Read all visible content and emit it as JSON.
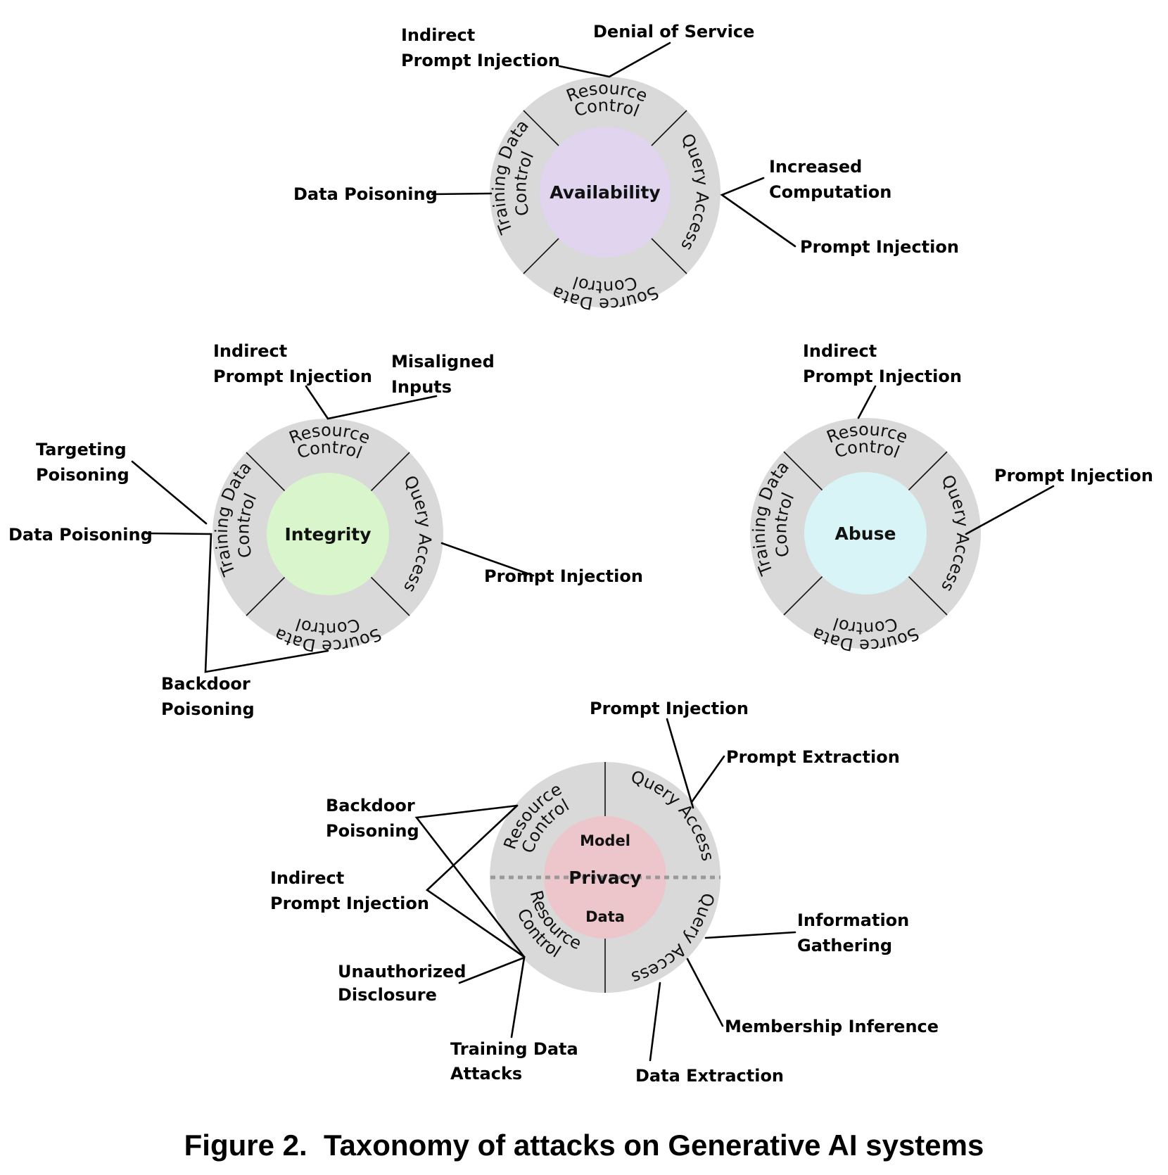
{
  "caption": "Figure 2.  Taxonomy of attacks on Generative AI systems",
  "colors": {
    "ring": "#d9d9d9",
    "availability": "#e0d4ef",
    "integrity": "#d8f5cc",
    "abuse": "#d8f4f6",
    "privacy": "#ecc6cb"
  },
  "segments": {
    "resource_control": [
      "Resource",
      "Control"
    ],
    "query_access": "Query Access",
    "source_data_control": [
      "Source Data",
      "Control"
    ],
    "training_data_control": [
      "Training Data",
      "Control"
    ]
  },
  "availability": {
    "center": "Availability",
    "attacks": {
      "indirect_prompt_injection": [
        "Indirect",
        "Prompt Injection"
      ],
      "denial_of_service": "Denial of Service",
      "data_poisoning": "Data Poisoning",
      "increased_computation": [
        "Increased",
        "Computation"
      ],
      "prompt_injection": "Prompt Injection"
    }
  },
  "integrity": {
    "center": "Integrity",
    "attacks": {
      "indirect_prompt_injection": [
        "Indirect",
        "Prompt Injection"
      ],
      "misaligned_inputs": [
        "Misaligned",
        "Inputs"
      ],
      "targeting_poisoning": [
        "Targeting",
        "Poisoning"
      ],
      "data_poisoning": "Data Poisoning",
      "prompt_injection": "Prompt Injection",
      "backdoor_poisoning": [
        "Backdoor",
        "Poisoning"
      ]
    }
  },
  "abuse": {
    "center": "Abuse",
    "attacks": {
      "indirect_prompt_injection": [
        "Indirect",
        "Prompt Injection"
      ],
      "prompt_injection": "Prompt Injection"
    }
  },
  "privacy": {
    "center": "Privacy",
    "top": "Model",
    "bottom": "Data",
    "attacks": {
      "prompt_injection": "Prompt Injection",
      "prompt_extraction": "Prompt Extraction",
      "backdoor_poisoning": [
        "Backdoor",
        "Poisoning"
      ],
      "indirect_prompt_injection": [
        "Indirect",
        "Prompt Injection"
      ],
      "information_gathering": [
        "Information",
        "Gathering"
      ],
      "unauthorized_disclosure": [
        "Unauthorized",
        "Disclosure"
      ],
      "membership_inference": "Membership Inference",
      "training_data_attacks": [
        "Training Data",
        "Attacks"
      ],
      "data_extraction": "Data Extraction"
    }
  }
}
